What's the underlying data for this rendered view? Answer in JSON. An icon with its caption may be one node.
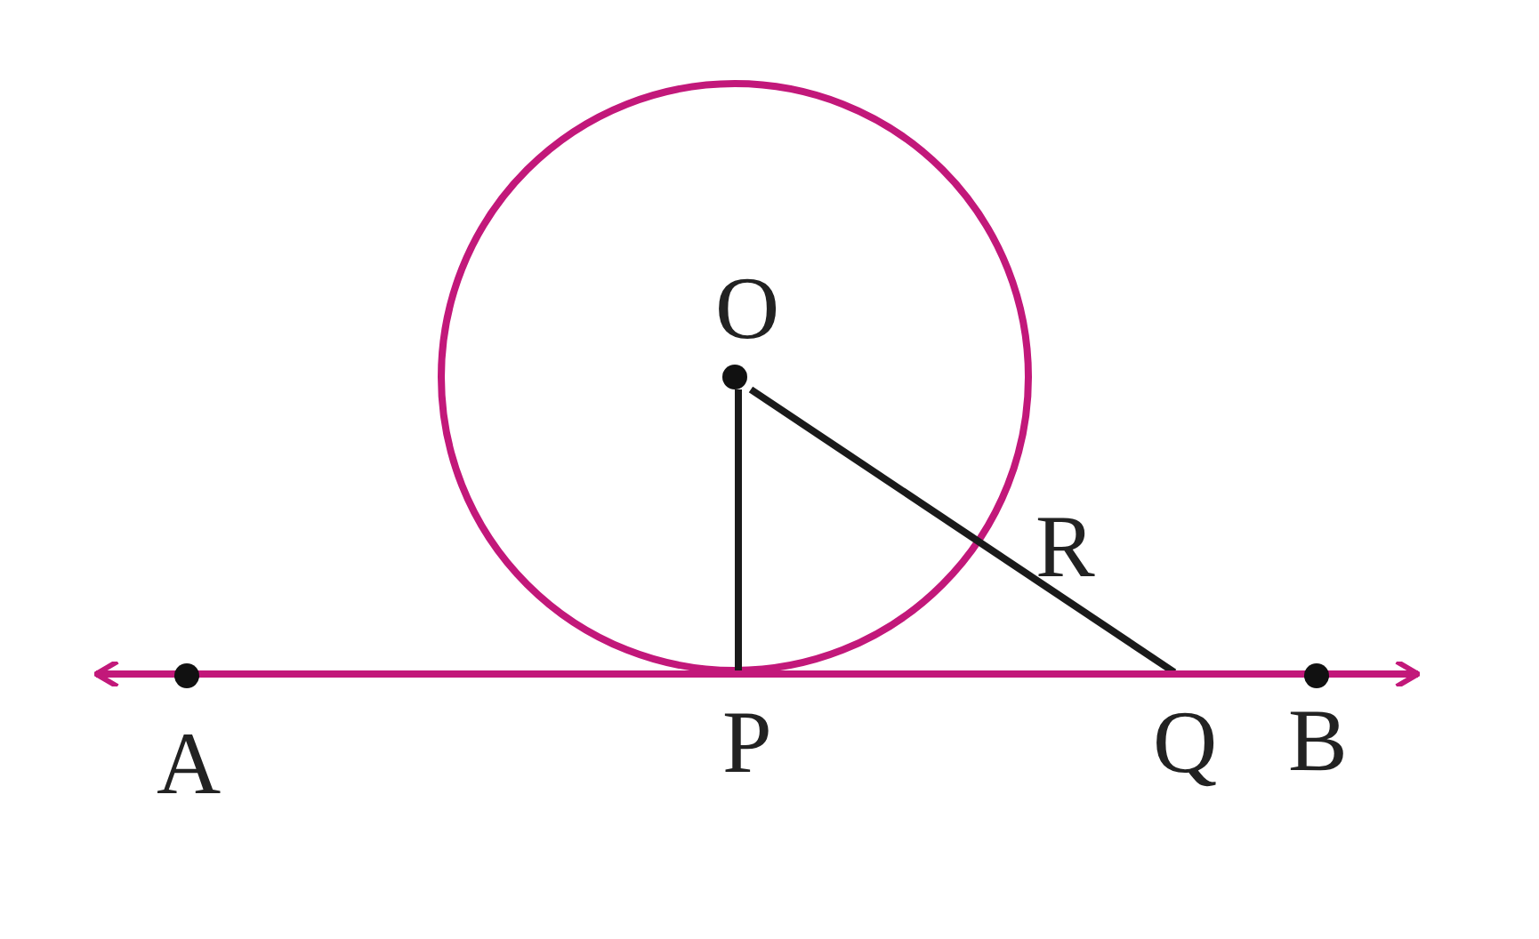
{
  "diagram": {
    "nodes": [
      {
        "text": [
          "O"
        ]
      },
      {
        "text": [
          "A"
        ]
      },
      {
        "text": [
          "P"
        ]
      },
      {
        "text": [
          "Q"
        ]
      },
      {
        "text": [
          "B"
        ]
      }
    ],
    "edges": [
      {
        "from": 0,
        "to": 2,
        "arrow": "none"
      },
      {
        "from": 0,
        "to": 3,
        "arrow": "none"
      },
      {
        "from": 1,
        "to": 4,
        "arrow": "both",
        "color": "#c2187a"
      }
    ],
    "labels": [
      "R"
    ]
  }
}
